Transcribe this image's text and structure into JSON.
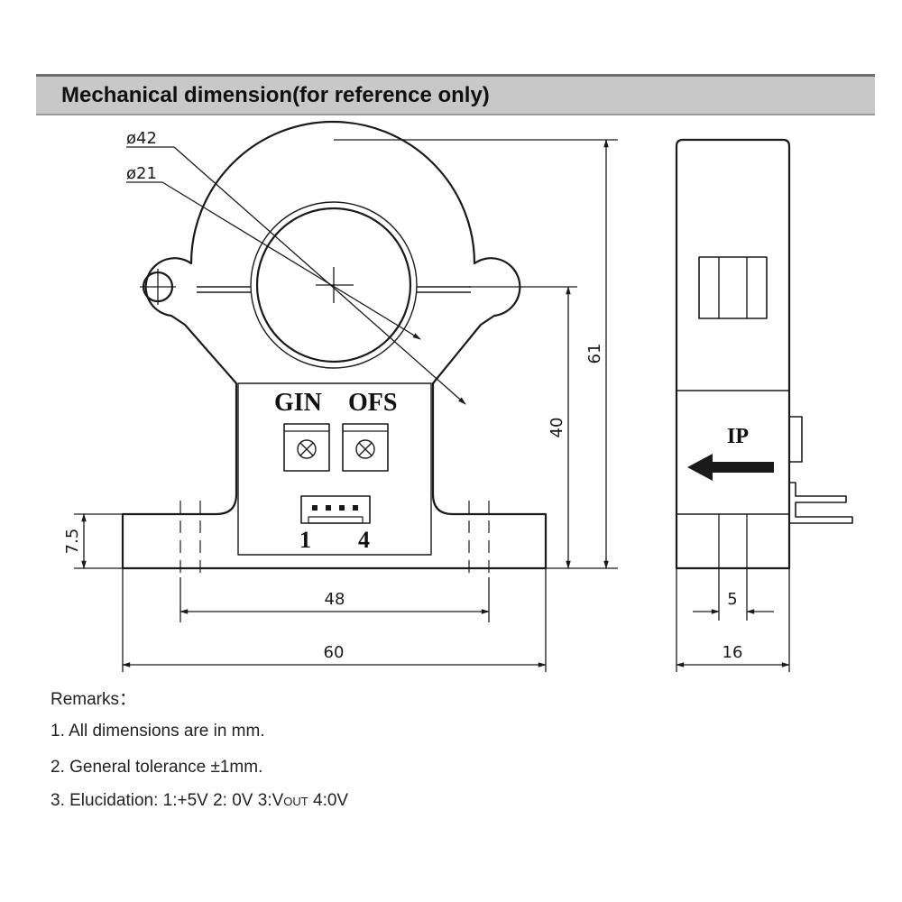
{
  "header": {
    "title": "Mechanical dimension(for reference only)"
  },
  "front_view": {
    "outer_diameter_label": "ø42",
    "inner_diameter_label": "ø21",
    "adjuster_labels": [
      "GIN",
      "OFS"
    ],
    "pin_labels": [
      "1",
      "4"
    ],
    "dim_height_total": "61",
    "dim_height_center": "40",
    "dim_base_height": "7.5",
    "dim_hole_spacing": "48",
    "dim_width": "60"
  },
  "side_view": {
    "current_direction_label": "IP",
    "dim_pin_width": "5",
    "dim_depth": "16"
  },
  "remarks": {
    "heading": "Remarks：",
    "line1": "1. All dimensions are in mm.",
    "line2": "2. General tolerance  ±1mm.",
    "line3_prefix": "3. Elucidation:   1:+5V   2: 0V   3:V",
    "line3_sub": "OUT",
    "line3_suffix": "   4:0V"
  },
  "colors": {
    "header_bg": "#c8c8c8",
    "line": "#1a1a1a"
  }
}
